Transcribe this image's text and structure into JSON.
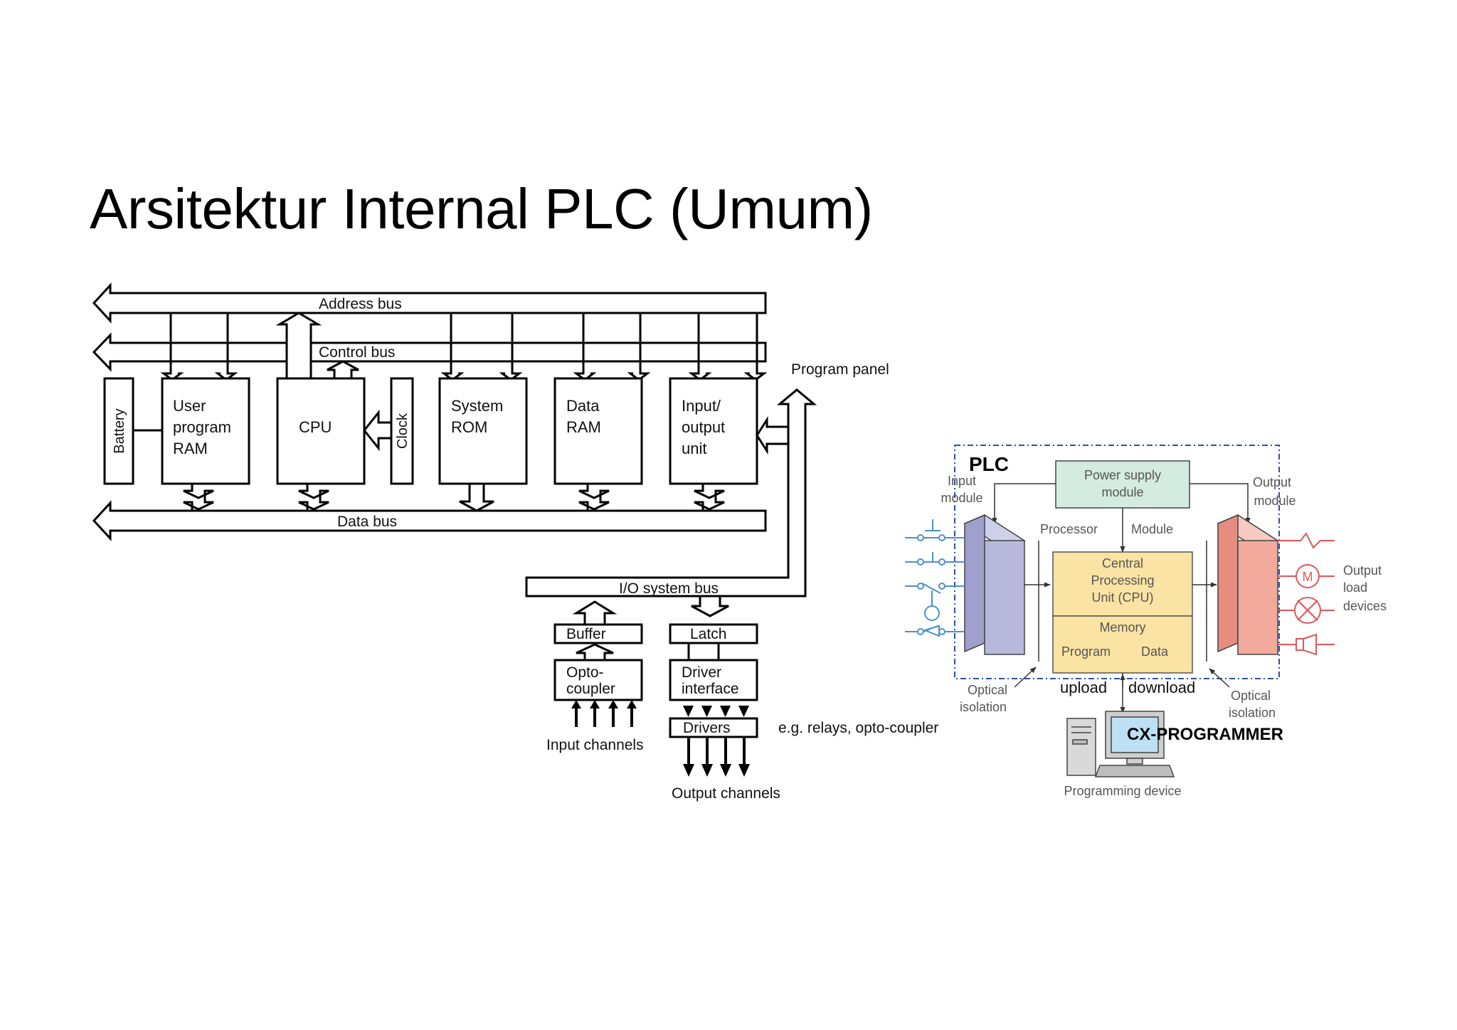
{
  "slide": {
    "title": "Arsitektur Internal PLC (Umum)"
  },
  "left_diagram": {
    "buses": {
      "address": "Address bus",
      "control": "Control bus",
      "data": "Data bus",
      "io_system": "I/O system bus"
    },
    "blocks": {
      "battery": "Battery",
      "user_ram": [
        "User",
        "program",
        "RAM"
      ],
      "cpu": "CPU",
      "clock": "Clock",
      "system_rom": [
        "System",
        "ROM"
      ],
      "data_ram": [
        "Data",
        "RAM"
      ],
      "io_unit": [
        "Input/",
        "output",
        "unit"
      ],
      "buffer": "Buffer",
      "opto_coupler": [
        "Opto-",
        "coupler"
      ],
      "latch": "Latch",
      "driver_interface": [
        "Driver",
        "interface"
      ],
      "drivers": "Drivers"
    },
    "labels": {
      "program_panel": "Program panel",
      "input_channels": "Input channels",
      "output_channels": "Output channels",
      "eg_relays": "e.g. relays",
      "opto_note": ", opto-coupler"
    }
  },
  "right_diagram": {
    "plc_label": "PLC",
    "power_supply": [
      "Power supply",
      "module"
    ],
    "input_module": [
      "Input",
      "module"
    ],
    "output_module": [
      "Output",
      "module"
    ],
    "processor": "Processor",
    "module": "Module",
    "cpu": [
      "Central",
      "Processing",
      "Unit (CPU)"
    ],
    "memory": "Memory",
    "program": "Program",
    "data": "Data",
    "optical_isolation_left": [
      "Optical",
      "isolation"
    ],
    "optical_isolation_right": [
      "Optical",
      "isolation"
    ],
    "output_load": [
      "Output",
      "load",
      "devices"
    ],
    "motor_symbol": "M",
    "upload": "upload",
    "download": "download",
    "cx_programmer": "CX-PROGRAMMER",
    "programming_device": "Programming device"
  },
  "colors": {
    "power_supply_fill": "#d4ebdf",
    "cpu_fill": "#fbe3a4",
    "input_module_fill": "#b7b8db",
    "output_module_fill": "#f2aa9d",
    "input_symbol": "#4d8fcc",
    "output_symbol": "#e0575a",
    "plc_border": "#2d4fa8"
  }
}
